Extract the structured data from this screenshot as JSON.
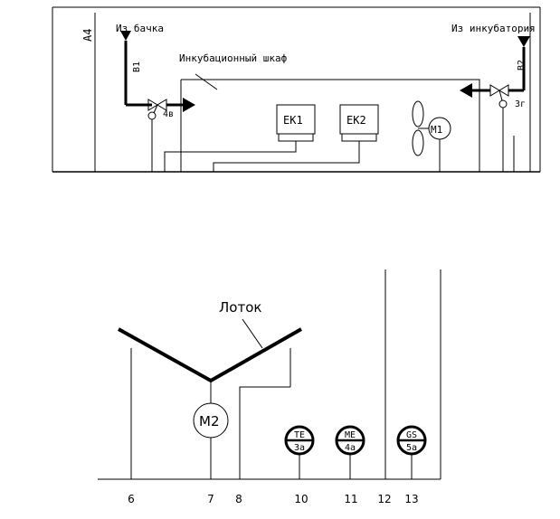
{
  "top_section": {
    "sheet_label": "A4",
    "left_source": "Из бачка",
    "right_source": "Из инкубатория",
    "cabinet_label": "Инкубационный шкаф",
    "left_sensor": "B1",
    "right_sensor": "B2",
    "left_valve": "4в",
    "right_valve": "3г",
    "heater_1": "EK1",
    "heater_2": "EK2",
    "fan_motor": "M1"
  },
  "bottom_section": {
    "tray_label": "Лоток",
    "tray_motor": "M2",
    "instruments": [
      {
        "top": "TE",
        "bottom": "3a"
      },
      {
        "top": "ME",
        "bottom": "4a"
      },
      {
        "top": "GS",
        "bottom": "5a"
      }
    ],
    "line_numbers": [
      "6",
      "7",
      "8",
      "10",
      "11",
      "12",
      "13"
    ]
  }
}
